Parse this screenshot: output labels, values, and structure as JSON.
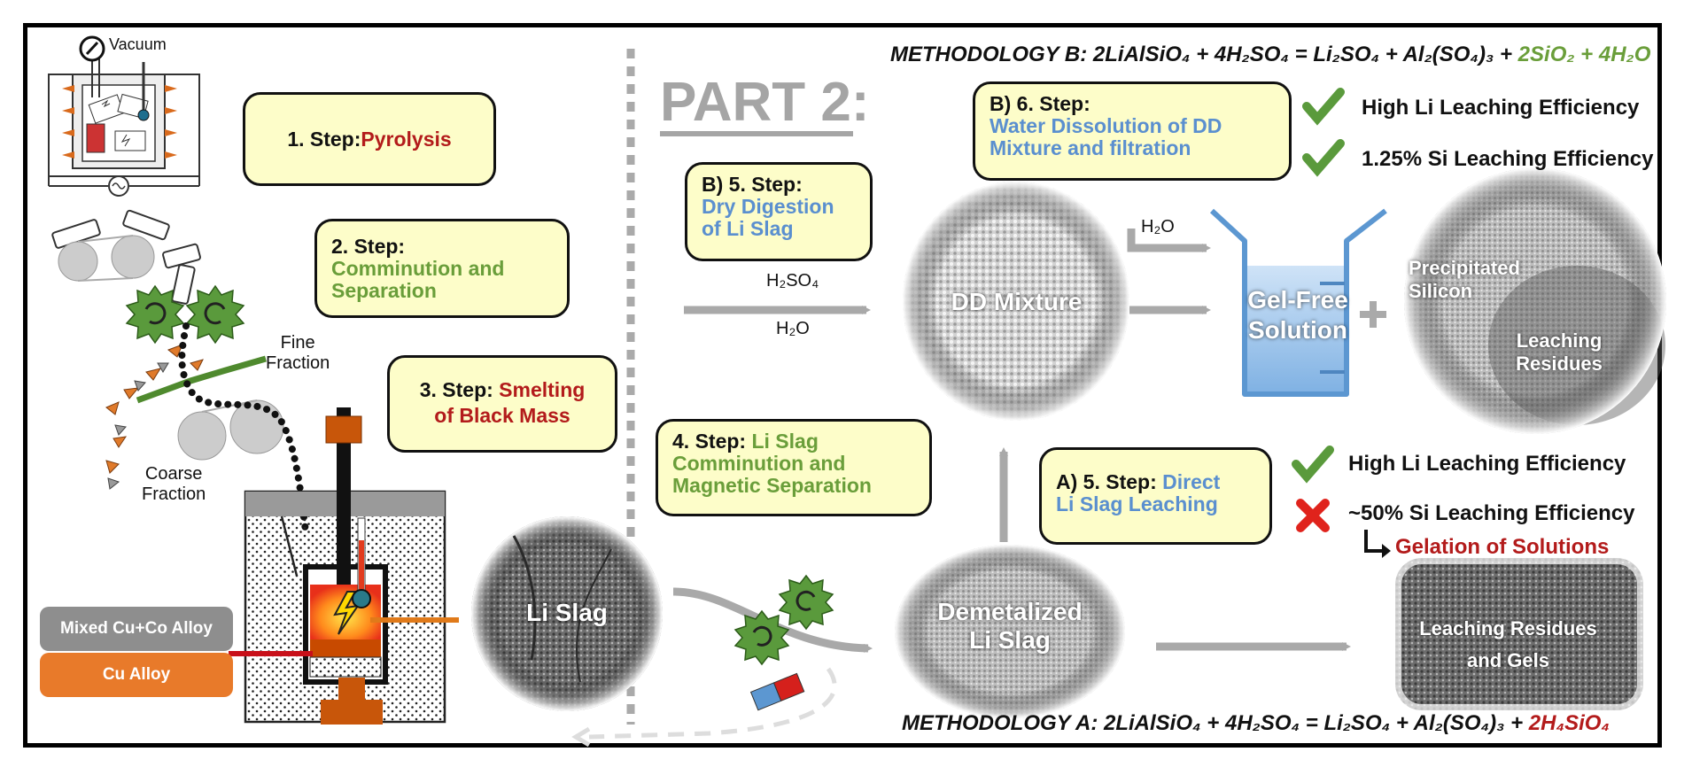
{
  "part_title": "PART 2:",
  "vacuum_label": "Vacuum",
  "fine_fraction": "Fine\nFraction",
  "coarse_fraction": "Coarse\nFraction",
  "steps": {
    "s1": {
      "prefix": "1. Step: ",
      "name": "Pyrolysis"
    },
    "s2": {
      "prefix": "2. Step:",
      "name": "Comminution and Separation"
    },
    "s3": {
      "prefix": "3. Step: ",
      "name_a": "Smelting",
      "name_b": "of Black Mass"
    },
    "s4": {
      "prefix": "4. Step: ",
      "name_a": "Li Slag",
      "name_b": "Comminution and Magnetic Separation"
    },
    "b5": {
      "prefix": "B) 5. Step:",
      "name": "Dry Digestion of Li Slag"
    },
    "b6": {
      "prefix": "B) 6. Step:",
      "name": "Water Dissolution of DD Mixture and filtration"
    },
    "a5": {
      "prefix": "A) 5. Step: ",
      "name_a": "Direct",
      "name_b": "Li Slag Leaching"
    }
  },
  "alloys": {
    "mixed": "Mixed Cu+Co Alloy",
    "cu": "Cu Alloy"
  },
  "li_slag": "Li Slag",
  "dd_mixture": "DD Mixture",
  "demetalized": "Demetalized\nLi Slag",
  "gel_free": "Gel-Free\nSolution",
  "precipitated_silicon": "Precipitated\nSilicon",
  "leaching_residues": "Leaching\nResidues",
  "leaching_residues_gels": "Leaching Residues\nand Gels",
  "reagents": {
    "h2so4": "H₂SO₄",
    "h2o": "H₂O",
    "h2o_top": "H₂O"
  },
  "methodology_b": {
    "label": "METHODOLOGY B: 2LiAlSiO₄ + 4H₂SO₄ = Li₂SO₄ + Al₂(SO₄)₃ + ",
    "highlight": "2SiO₂ + 4H₂O",
    "highlight_color": "#6a9e3a"
  },
  "methodology_a": {
    "label": "METHODOLOGY A: 2LiAlSiO₄ + 4H₂SO₄ = Li₂SO₄ + Al₂(SO₄)₃ + ",
    "highlight": "2H₄SiO₄",
    "highlight_color": "#b31b1b"
  },
  "results_b": [
    {
      "icon": "check-icon",
      "text": "High Li Leaching Efficiency"
    },
    {
      "icon": "check-icon",
      "text": "1.25% Si Leaching Efficiency"
    }
  ],
  "results_a": [
    {
      "icon": "check-icon",
      "text": "High Li Leaching Efficiency"
    },
    {
      "icon": "cross-icon",
      "text": "~50% Si Leaching Efficiency"
    }
  ],
  "gelation": "Gelation of Solutions",
  "colors": {
    "box_fill": "#fdfdc9",
    "red": "#b31b1b",
    "green": "#6a9e3a",
    "blue": "#5a8fcf",
    "arrow": "#a9a9a9",
    "check": "#5a9a3c",
    "cross": "#e0231c"
  }
}
